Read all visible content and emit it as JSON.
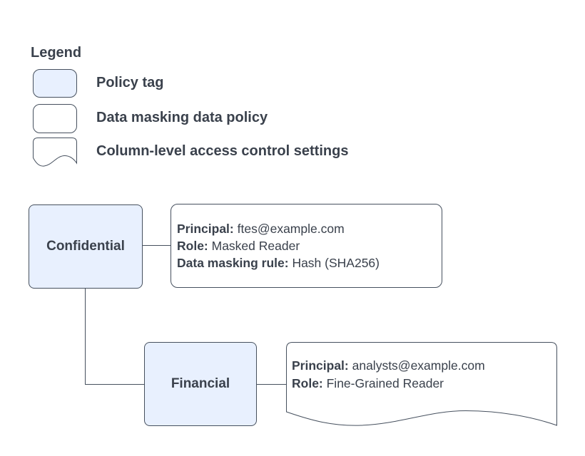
{
  "legend": {
    "title": "Legend",
    "items": [
      {
        "shape": "policy-tag",
        "label": "Policy tag"
      },
      {
        "shape": "data-masking-data-policy",
        "label": "Data masking data policy"
      },
      {
        "shape": "column-level-access-control-settings",
        "label": "Column-level access control settings"
      }
    ]
  },
  "nodes": {
    "confidential": {
      "label": "Confidential"
    },
    "financial": {
      "label": "Financial"
    }
  },
  "cards": {
    "masked_policy": {
      "lines": [
        {
          "key": "Principal:",
          "value": " ftes@example.com"
        },
        {
          "key": "Role:",
          "value": " Masked Reader"
        },
        {
          "key": "Data masking rule:",
          "value": " Hash (SHA256)"
        }
      ]
    },
    "column_access": {
      "lines": [
        {
          "key": "Principal:",
          "value": " analysts@example.com"
        },
        {
          "key": "Role:",
          "value": " Fine-Grained Reader"
        }
      ]
    }
  },
  "colors": {
    "policy_fill": "#e8f0fe",
    "card_fill": "#ffffff",
    "stroke": "#46505e",
    "text": "#3a414c"
  }
}
